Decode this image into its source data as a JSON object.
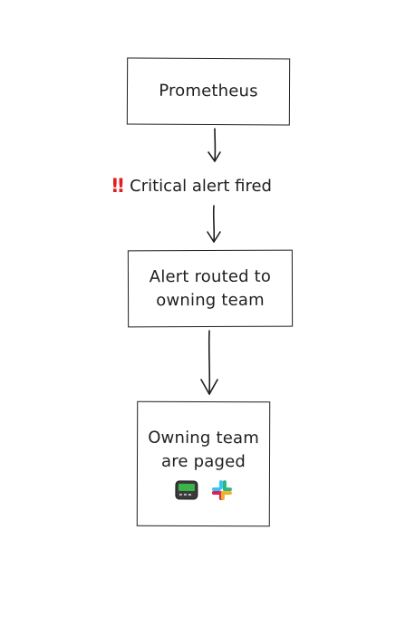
{
  "nodes": {
    "prometheus": "Prometheus",
    "critical_alert": "Critical alert fired",
    "alert_routed_line1": "Alert routed to",
    "alert_routed_line2": "owning team",
    "owning_team_line1": "Owning team",
    "owning_team_line2": "are paged"
  },
  "icons": {
    "alert": "double-exclamation-icon",
    "pager": "pager-icon",
    "slack": "slack-icon"
  },
  "colors": {
    "stroke": "#1e1e1e",
    "alert": "#e02020",
    "pager_screen": "#39b54a",
    "slack_blue": "#36c5f0",
    "slack_green": "#2eb67d",
    "slack_red": "#e01e5a",
    "slack_yellow": "#ecb22e"
  }
}
